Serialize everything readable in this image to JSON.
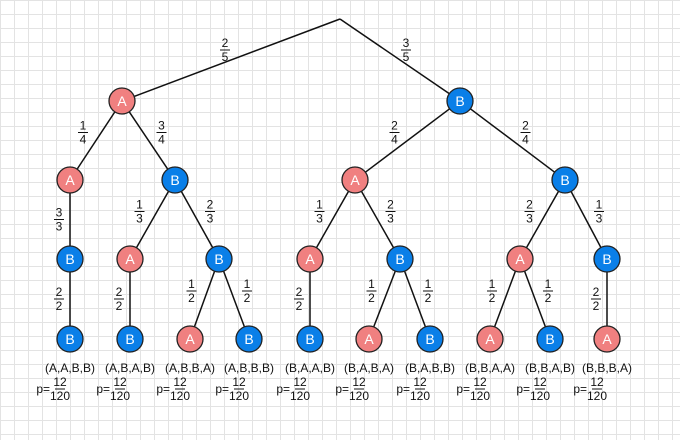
{
  "colors": {
    "A": "#f08080",
    "B": "#0a7fe8"
  },
  "root_edges": [
    {
      "child": "A",
      "prob": {
        "num": "2",
        "den": "5"
      }
    },
    {
      "child": "B",
      "prob": {
        "num": "3",
        "den": "5"
      }
    }
  ],
  "level2": [
    {
      "parent": "A",
      "label": "A",
      "prob": {
        "num": "1",
        "den": "4"
      }
    },
    {
      "parent": "A",
      "label": "B",
      "prob": {
        "num": "3",
        "den": "4"
      }
    },
    {
      "parent": "B",
      "label": "A",
      "prob": {
        "num": "2",
        "den": "4"
      }
    },
    {
      "parent": "B",
      "label": "B",
      "prob": {
        "num": "2",
        "den": "4"
      }
    }
  ],
  "level3": [
    {
      "parent": 0,
      "label": "B",
      "prob": {
        "num": "3",
        "den": "3"
      }
    },
    {
      "parent": 1,
      "label": "A",
      "prob": {
        "num": "1",
        "den": "3"
      }
    },
    {
      "parent": 1,
      "label": "B",
      "prob": {
        "num": "2",
        "den": "3"
      }
    },
    {
      "parent": 2,
      "label": "A",
      "prob": {
        "num": "1",
        "den": "3"
      }
    },
    {
      "parent": 2,
      "label": "B",
      "prob": {
        "num": "2",
        "den": "3"
      }
    },
    {
      "parent": 3,
      "label": "A",
      "prob": {
        "num": "2",
        "den": "3"
      }
    },
    {
      "parent": 3,
      "label": "B",
      "prob": {
        "num": "1",
        "den": "3"
      }
    }
  ],
  "leaves": [
    {
      "parent": 0,
      "label": "B",
      "prob": {
        "num": "2",
        "den": "2"
      },
      "outcome": "(A,A,B,B)",
      "p": {
        "prefix": "p=",
        "num": "12",
        "den": "120"
      }
    },
    {
      "parent": 1,
      "label": "B",
      "prob": {
        "num": "2",
        "den": "2"
      },
      "outcome": "(A,B,A,B)",
      "p": {
        "prefix": "p=",
        "num": "12",
        "den": "120"
      }
    },
    {
      "parent": 2,
      "label": "A",
      "prob": {
        "num": "1",
        "den": "2"
      },
      "outcome": "(A,B,B,A)",
      "p": {
        "prefix": "p=",
        "num": "12",
        "den": "120"
      }
    },
    {
      "parent": 2,
      "label": "B",
      "prob": {
        "num": "1",
        "den": "2"
      },
      "outcome": "(A,B,B,B)",
      "p": {
        "prefix": "p=",
        "num": "12",
        "den": "120"
      }
    },
    {
      "parent": 3,
      "label": "B",
      "prob": {
        "num": "2",
        "den": "2"
      },
      "outcome": "(B,A,A,B)",
      "p": {
        "prefix": "p=",
        "num": "12",
        "den": "120"
      }
    },
    {
      "parent": 4,
      "label": "A",
      "prob": {
        "num": "1",
        "den": "2"
      },
      "outcome": "(B,A,B,A)",
      "p": {
        "prefix": "p=",
        "num": "12",
        "den": "120"
      }
    },
    {
      "parent": 4,
      "label": "B",
      "prob": {
        "num": "1",
        "den": "2"
      },
      "outcome": "(B,A,B,B)",
      "p": {
        "prefix": "p=",
        "num": "12",
        "den": "120"
      }
    },
    {
      "parent": 5,
      "label": "A",
      "prob": {
        "num": "1",
        "den": "2"
      },
      "outcome": "(B,B,A,A)",
      "p": {
        "prefix": "p=",
        "num": "12",
        "den": "120"
      }
    },
    {
      "parent": 5,
      "label": "B",
      "prob": {
        "num": "1",
        "den": "2"
      },
      "outcome": "(B,B,A,B)",
      "p": {
        "prefix": "p=",
        "num": "12",
        "den": "120"
      }
    },
    {
      "parent": 6,
      "label": "A",
      "prob": {
        "num": "2",
        "den": "2"
      },
      "outcome": "(B,B,B,A)",
      "p": {
        "prefix": "p=",
        "num": "12",
        "den": "120"
      }
    }
  ]
}
